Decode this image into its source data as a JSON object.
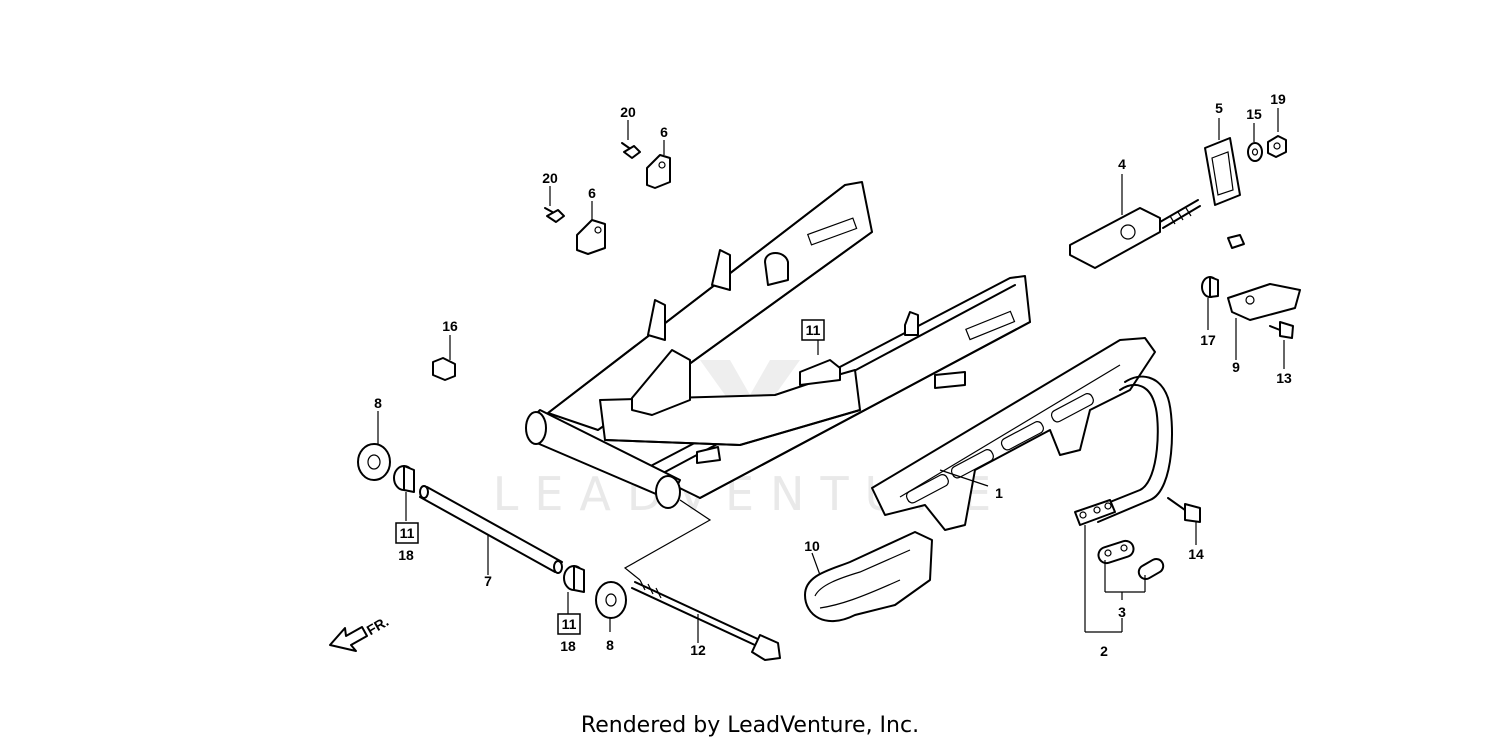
{
  "watermark": "LEADVENTURE",
  "credit": "Rendered by LeadVenture, Inc.",
  "direction_marker": "FR.",
  "callouts": {
    "c1": "1",
    "c2": "2",
    "c3": "3",
    "c4": "4",
    "c5": "5",
    "c6a": "6",
    "c6b": "6",
    "c7": "7",
    "c8a": "8",
    "c8b": "8",
    "c9": "9",
    "c10": "10",
    "c11a": "11",
    "c11b": "11",
    "c11c": "11",
    "c12": "12",
    "c13": "13",
    "c14": "14",
    "c15": "15",
    "c16": "16",
    "c17": "17",
    "c18a": "18",
    "c18b": "18",
    "c19": "19",
    "c20a": "20",
    "c20b": "20"
  }
}
